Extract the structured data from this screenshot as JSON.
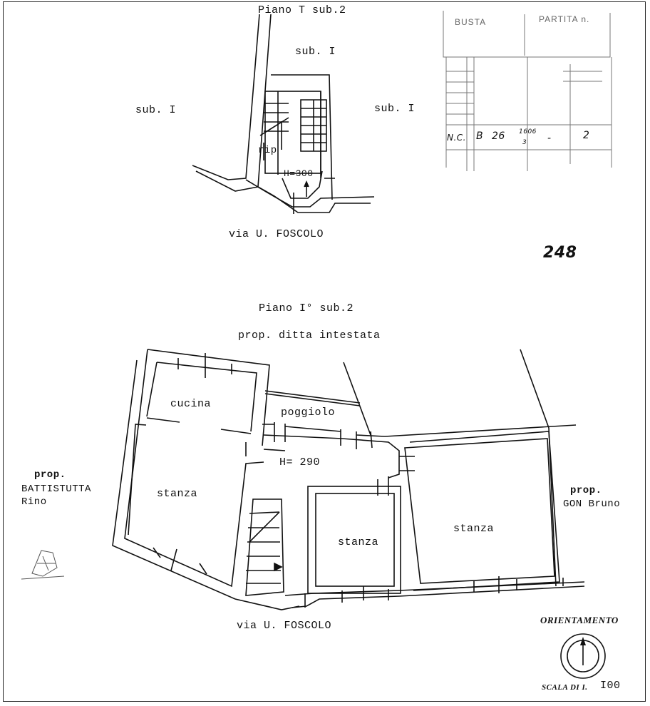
{
  "ground_floor": {
    "title": "Piano T  sub.2",
    "labels": {
      "sub_top": "sub. I",
      "sub_left": "sub. I",
      "sub_right": "sub. I",
      "rip": "rip",
      "height": "H=300"
    },
    "street": "via U. FOSCOLO"
  },
  "first_floor": {
    "title": "Piano I° sub.2",
    "owner_top": "prop. ditta intestata",
    "rooms": {
      "cucina": "cucina",
      "poggiolo": "poggiolo",
      "height": "H= 290",
      "stanza_left": "stanza",
      "stanza_center": "stanza",
      "stanza_right": "stanza"
    },
    "street": "via U. FOSCOLO",
    "neighbor_left": {
      "line1": "prop.",
      "line2": "BATTISTUTTA",
      "line3": "Rino"
    },
    "neighbor_right": {
      "line1": "prop.",
      "line2": "GON Bruno"
    }
  },
  "stamp": {
    "busta_label": "BUSTA",
    "partita_label": "PARTITA n.",
    "row": {
      "nc": "N.C.",
      "b": "B",
      "num": "26",
      "frac_top": "1606",
      "frac_bottom": "3",
      "dash": "-",
      "sub": "2"
    }
  },
  "page_number": "248",
  "orientation_label": "ORIENTAMENTO",
  "scale": {
    "label": "SCALA DI I.",
    "value": "I00"
  }
}
